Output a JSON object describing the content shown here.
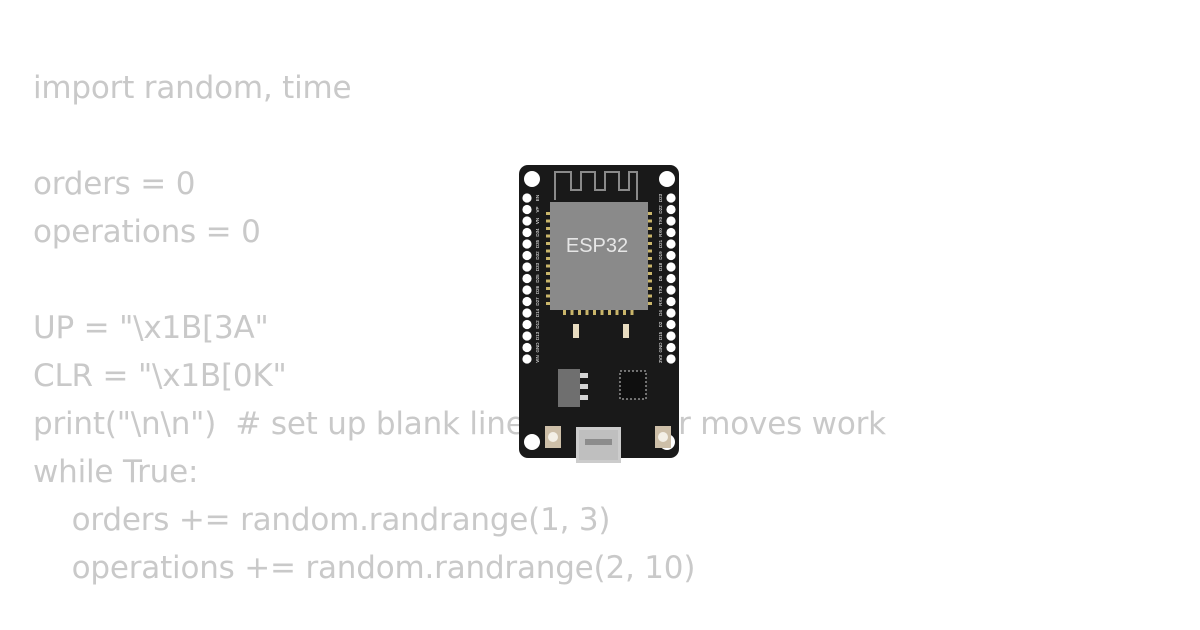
{
  "code": {
    "lines": [
      "import random, time",
      "",
      "orders = 0",
      "operations = 0",
      "",
      "UP = \"\\x1B[3A\"",
      "CLR = \"\\x1B[0K\"",
      "print(\"\\n\\n\")  # set up blank lines so cursor moves work",
      "while True:",
      "    orders += random.randrange(1, 3)",
      "    operations += random.randrange(2, 10)"
    ]
  },
  "board": {
    "chip_label": "ESP32",
    "left_pins": [
      "EN",
      "VP",
      "VN",
      "D34",
      "D35",
      "D32",
      "D33",
      "D25",
      "D26",
      "D27",
      "D14",
      "D12",
      "D13",
      "GND",
      "VIN"
    ],
    "right_pins": [
      "D23",
      "D22",
      "TX0",
      "RX0",
      "D21",
      "D19",
      "D18",
      "D5",
      "TX2",
      "RX2",
      "D4",
      "D2",
      "D15",
      "GND",
      "3V3"
    ]
  }
}
